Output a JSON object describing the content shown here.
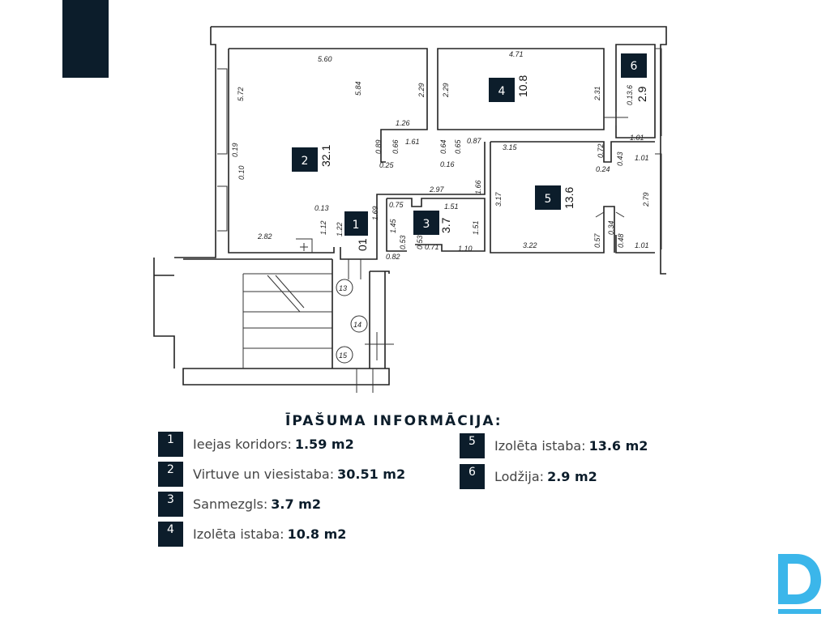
{
  "plan": {
    "rooms": [
      {
        "id": "1",
        "area": "01"
      },
      {
        "id": "2",
        "area": "32.1"
      },
      {
        "id": "3",
        "area": "3.7"
      },
      {
        "id": "4",
        "area": "10.8"
      },
      {
        "id": "5",
        "area": "13.6"
      },
      {
        "id": "6",
        "area": "2.9",
        "sub": "0.13.6"
      }
    ],
    "stairs": [
      "13",
      "14",
      "15"
    ],
    "dims": [
      "5.60",
      "5.84",
      "5.72",
      "2.29",
      "2.29",
      "4.71",
      "2.31",
      "1.26",
      "1.61",
      "0.89",
      "0.66",
      "0.64",
      "0.65",
      "0.87",
      "0.25",
      "0.16",
      "0.19",
      "0.10",
      "2.97",
      "1.66",
      "3.15",
      "0.72",
      "0.43",
      "1.01",
      "1.01",
      "1.01",
      "3.17",
      "2.79",
      "0.34",
      "0.24",
      "0.57",
      "0.48",
      "3.22",
      "2.82",
      "1.12",
      "1.22",
      "0.13",
      "1.69",
      "1.45",
      "1.51",
      "1.51",
      "1.10",
      "0.53",
      "0.53",
      "0.71",
      "0.82",
      "0.75"
    ]
  },
  "info": {
    "title": "ĪPAŠUMA INFORMĀCIJA:",
    "items": [
      {
        "num": "1",
        "label": "Ieejas koridors:",
        "value": "1.59 m2"
      },
      {
        "num": "2",
        "label": "Virtuve un viesistaba:",
        "value": "30.51 m2"
      },
      {
        "num": "3",
        "label": "Sanmezgls:",
        "value": "3.7 m2"
      },
      {
        "num": "4",
        "label": "Izolēta istaba:",
        "value": "10.8 m2"
      },
      {
        "num": "5",
        "label": "Izolēta istaba:",
        "value": "13.6 m2"
      },
      {
        "num": "6",
        "label": "Lodžija:",
        "value": "2.9 m2"
      }
    ]
  },
  "colors": {
    "navy": "#0c1d2b",
    "logo": "#3bb6ea"
  }
}
